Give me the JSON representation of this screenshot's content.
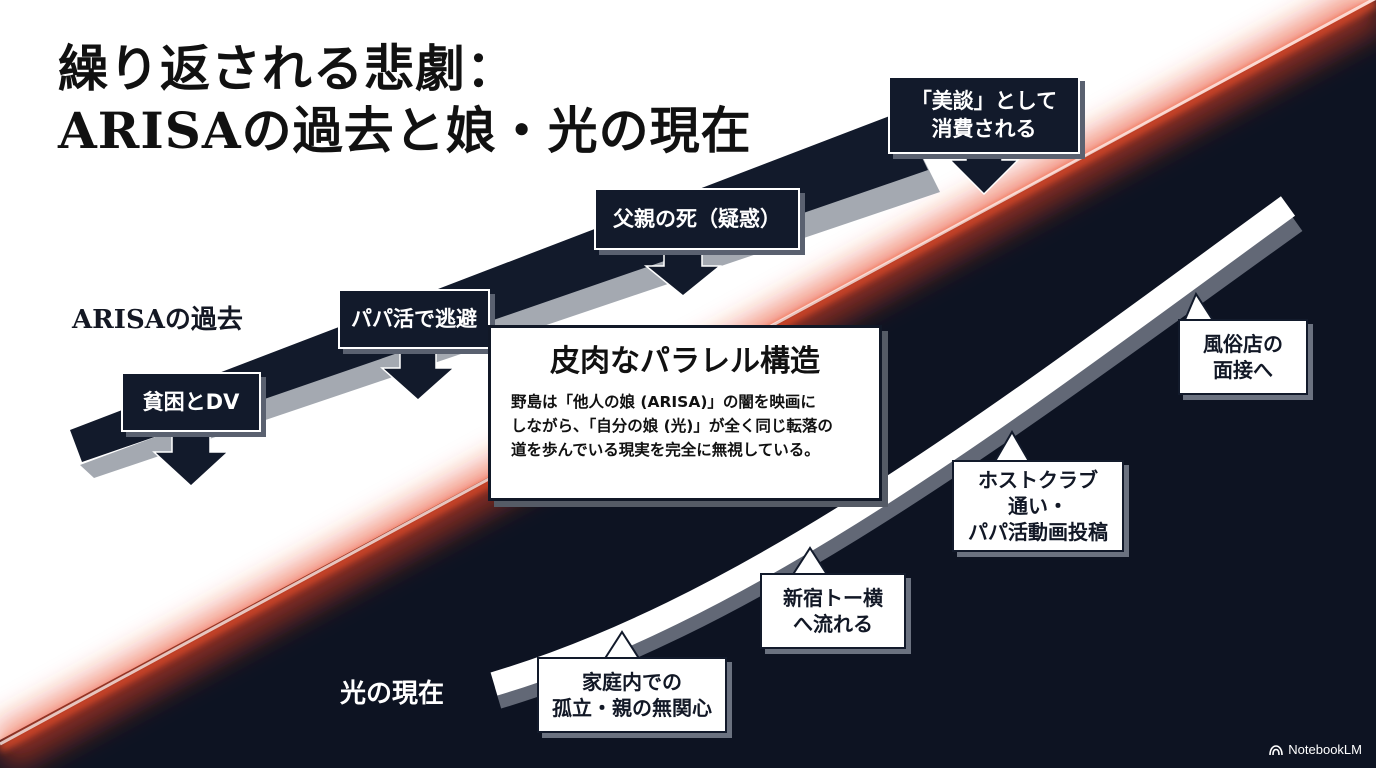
{
  "title": {
    "line1": "繰り返される悲劇：",
    "line2": "ARISAの過去と娘・光の現在"
  },
  "tracks": {
    "past_label": "ARISAの過去",
    "present_label": "光の現在"
  },
  "past_events": {
    "poverty": "貧困とDV",
    "papakatsu": "パパ活で逃避",
    "father": "父親の死（疑惑）",
    "bidan_line1": "「美談」として",
    "bidan_line2": "消費される"
  },
  "present_events": {
    "isolation_line1": "家庭内での",
    "isolation_line2": "孤立・親の無関心",
    "shinjuku_line1": "新宿トー横",
    "shinjuku_line2": "へ流れる",
    "host_line1": "ホストクラブ",
    "host_line2": "通い・",
    "host_line3": "パパ活動画投稿",
    "fuzoku_line1": "風俗店の",
    "fuzoku_line2": "面接へ"
  },
  "center_panel": {
    "title": "皮肉なパラレル構造",
    "body_line1": "野島は「他人の娘 (ARISA)」の闇を映画に",
    "body_line2": "しながら、「自分の娘 (光)」が全く同じ転落の",
    "body_line3": "道を歩んでいる現実を完全に無視している。"
  },
  "brand": {
    "name": "NotebookLM",
    "icon": "notebooklm-logo-icon"
  },
  "colors": {
    "navy": "#121a2b",
    "accent_red": "#e8401c",
    "white": "#ffffff"
  }
}
